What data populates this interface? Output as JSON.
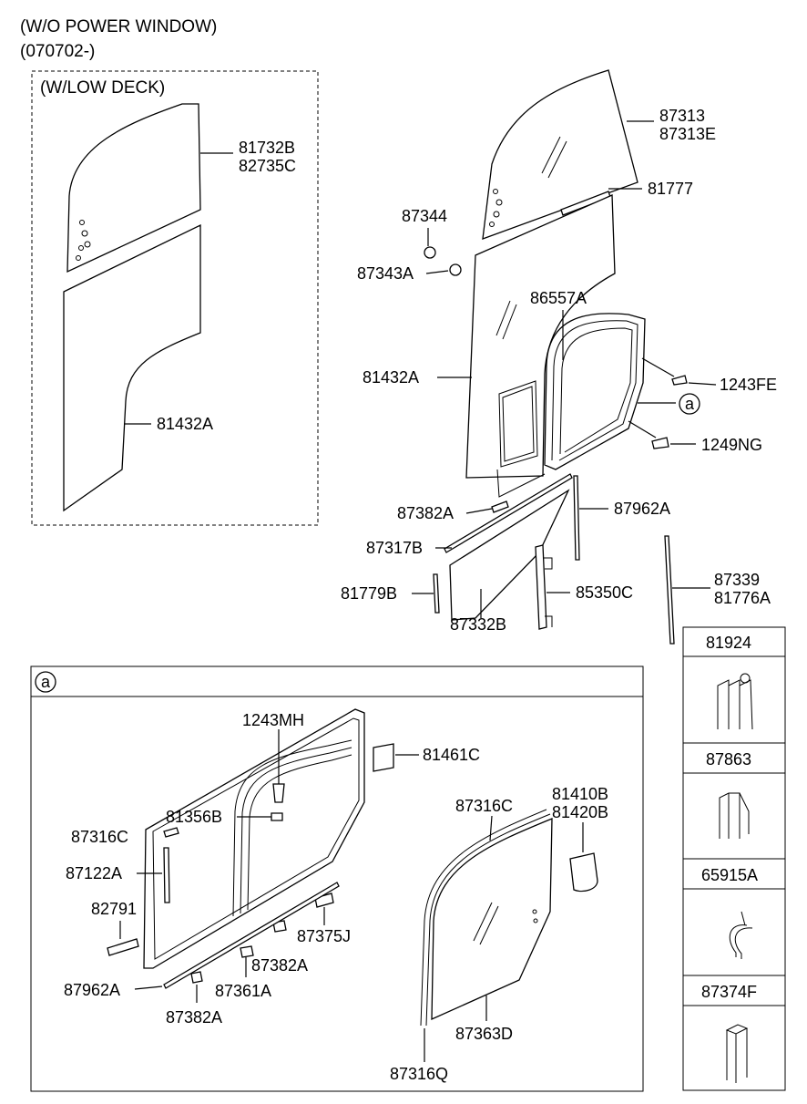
{
  "header": {
    "line1": "(W/O POWER WINDOW)",
    "line2": "(070702-)"
  },
  "low_deck_box": {
    "title": "(W/LOW DECK)",
    "labels": [
      "81732B",
      "82735C",
      "81432A"
    ]
  },
  "main_labels": {
    "glass_top_1": "87313",
    "glass_top_2": "87313E",
    "strip_top": "81777",
    "clip_1": "87344",
    "clip_2": "87343A",
    "channel": "86557A",
    "panel": "81432A",
    "screw_1": "1243FE",
    "callout": "a",
    "screw_2": "1249NG",
    "pad": "87382A",
    "run_1": "87962A",
    "weather": "87317B",
    "seal_1": "87339",
    "seal_2": "81776A",
    "strip_left": "81779B",
    "slider": "85350C",
    "lower_glass": "87332B"
  },
  "detail_box": {
    "callout": "a",
    "labels": {
      "screw": "1243MH",
      "hinge": "81461C",
      "bolt": "81356B",
      "seal_left": "87316C",
      "channel": "87122A",
      "pad_a": "82791",
      "pad_b": "87375J",
      "pad_c": "87382A",
      "run": "87962A",
      "pad_d": "87361A",
      "pad_e": "87382A",
      "glass_seal": "87316C",
      "latch_1": "81410B",
      "latch_2": "81420B",
      "glass": "87363D",
      "seal_bottom": "87316Q"
    }
  },
  "side_boxes": [
    {
      "code": "81924",
      "icon": "double-channel-icon"
    },
    {
      "code": "87863",
      "icon": "channel-clip-icon"
    },
    {
      "code": "65915A",
      "icon": "u-clip-icon"
    },
    {
      "code": "87374F",
      "icon": "square-post-icon"
    }
  ]
}
